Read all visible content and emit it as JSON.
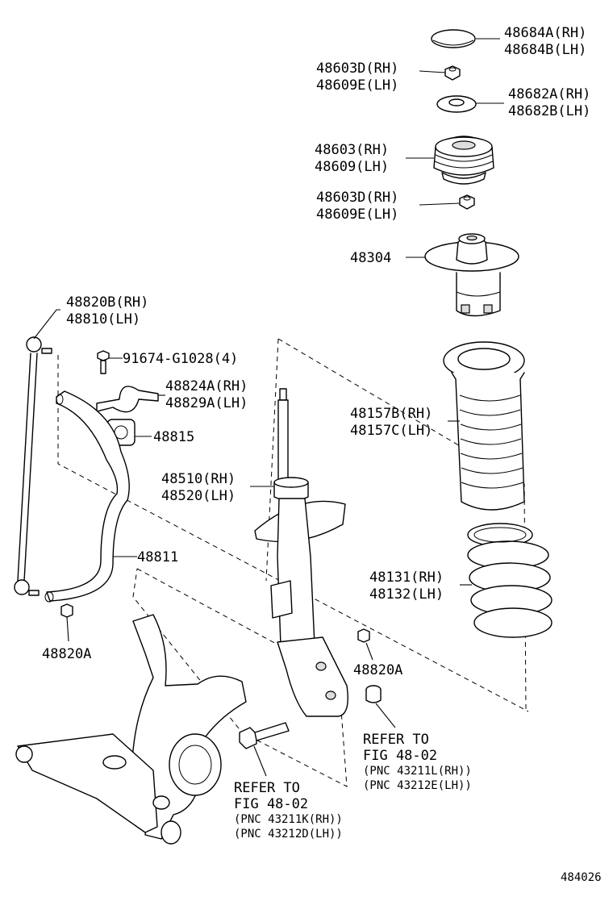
{
  "labels": {
    "l_48684": [
      "48684A(RH)",
      "48684B(LH)"
    ],
    "l_48603d_top": [
      "48603D(RH)",
      "48609E(LH)"
    ],
    "l_48682": [
      "48682A(RH)",
      "48682B(LH)"
    ],
    "l_48603": [
      "48603(RH)",
      "48609(LH)"
    ],
    "l_48603d_mid": [
      "48603D(RH)",
      "48609E(LH)"
    ],
    "l_48304": [
      "48304"
    ],
    "l_48820b": [
      "48820B(RH)",
      "48810(LH)"
    ],
    "l_91674": [
      "91674-G1028(4)"
    ],
    "l_48824": [
      "48824A(RH)",
      "48829A(LH)"
    ],
    "l_48815": [
      "48815"
    ],
    "l_48157": [
      "48157B(RH)",
      "48157C(LH)"
    ],
    "l_48510": [
      "48510(RH)",
      "48520(LH)"
    ],
    "l_48811": [
      "48811"
    ],
    "l_48131": [
      "48131(RH)",
      "48132(LH)"
    ],
    "l_48820a_left": [
      "48820A"
    ],
    "l_48820a_right": [
      "48820A"
    ],
    "l_refer_right": [
      "REFER TO",
      "FIG 48-02",
      "(PNC 43211L(RH))",
      "(PNC 43212E(LH))"
    ],
    "l_refer_left": [
      "REFER TO",
      "FIG 48-02",
      "(PNC 43211K(RH))",
      "(PNC 43212D(LH))"
    ],
    "figure_code": "484026"
  }
}
